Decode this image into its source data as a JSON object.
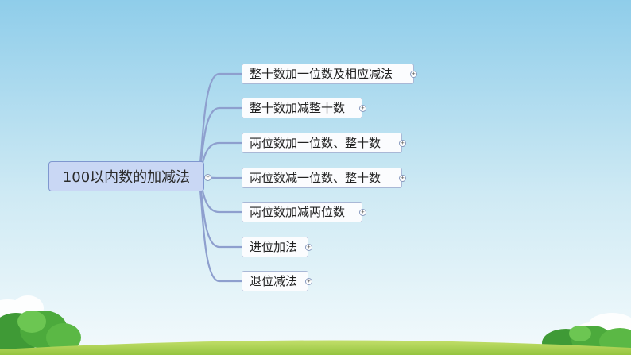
{
  "diagram": {
    "root": {
      "label": "100以内数的加减法"
    },
    "children": [
      {
        "label": "整十数加一位数及相应减法"
      },
      {
        "label": "整十数加减整十数"
      },
      {
        "label": "两位数加一位数、整十数"
      },
      {
        "label": "两位数减一位数、整十数"
      },
      {
        "label": "两位数加减两位数"
      },
      {
        "label": "进位加法"
      },
      {
        "label": "退位减法"
      }
    ]
  },
  "colors": {
    "sky_top": "#8fcdea",
    "sky_bottom": "#f3fafc",
    "grass": "#a8d04f",
    "bush": "#4caa3c",
    "branch": "#8e9fce",
    "root_fill": "#c9d7f4",
    "root_border": "#7f97cf"
  }
}
